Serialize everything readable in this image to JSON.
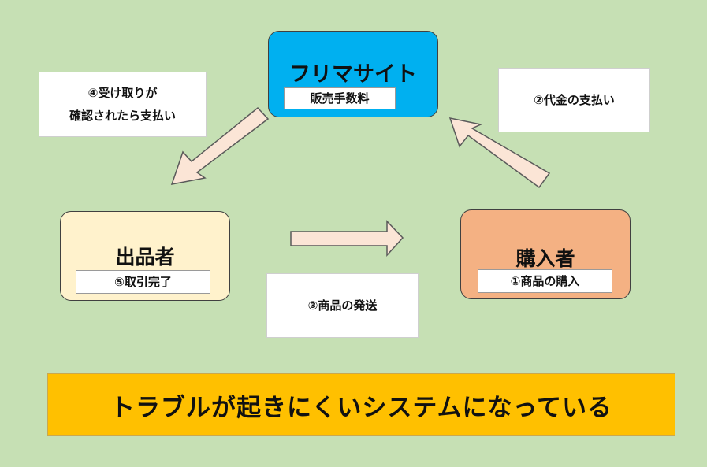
{
  "nodes": {
    "site": {
      "title": "フリマサイト",
      "sub": "販売手数料",
      "color": "#00b0f0"
    },
    "seller": {
      "title": "出品者",
      "sub": "⑤取引完了",
      "color": "#fff2cc"
    },
    "buyer": {
      "title": "購入者",
      "sub": "①商品の購入",
      "color": "#f4b183"
    }
  },
  "notes": {
    "step4_line1": "④受け取りが",
    "step4_line2": "確認されたら支払い",
    "step2": "②代金の支払い",
    "step3": "③商品の発送"
  },
  "banner": {
    "text": "トラブルが起きにくいシステムになっている",
    "color": "#ffc000"
  },
  "colors": {
    "background": "#c6e0b4",
    "arrow_fill": "#fbe5d6"
  }
}
